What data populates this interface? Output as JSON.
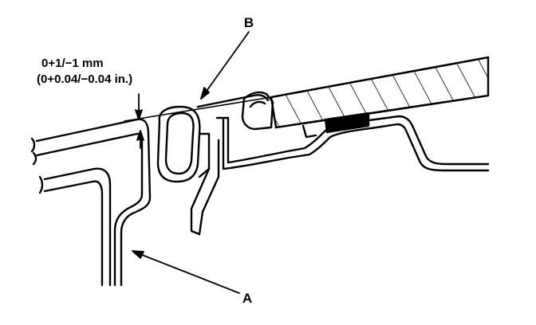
{
  "labels": {
    "a": "A",
    "b": "B",
    "dimension_line1": "0+1/−1 mm",
    "dimension_line2": "(0+0.04/−0.04 in.)"
  }
}
